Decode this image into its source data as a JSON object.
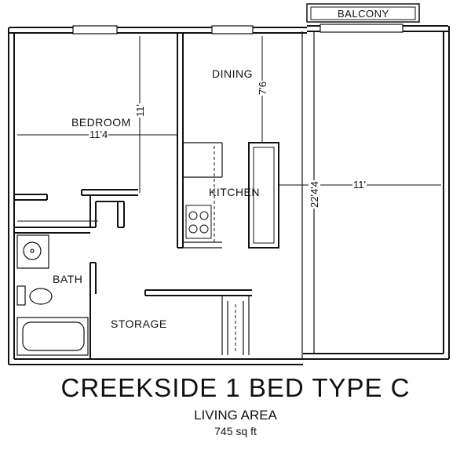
{
  "plan": {
    "title": "CREEKSIDE 1 BED TYPE C",
    "subtitle": "LIVING AREA",
    "area": "745 sq ft",
    "rooms": {
      "balcony": "BALCONY",
      "dining": "DINING",
      "bedroom": "BEDROOM",
      "kitchen": "KITCHEN",
      "bath": "BATH",
      "storage": "STORAGE"
    },
    "dimensions": {
      "bedroom_width": "11'4",
      "bedroom_depth": "11'",
      "dining_depth": "7'6",
      "living_width": "11'",
      "living_depth": "22'4'4"
    }
  }
}
